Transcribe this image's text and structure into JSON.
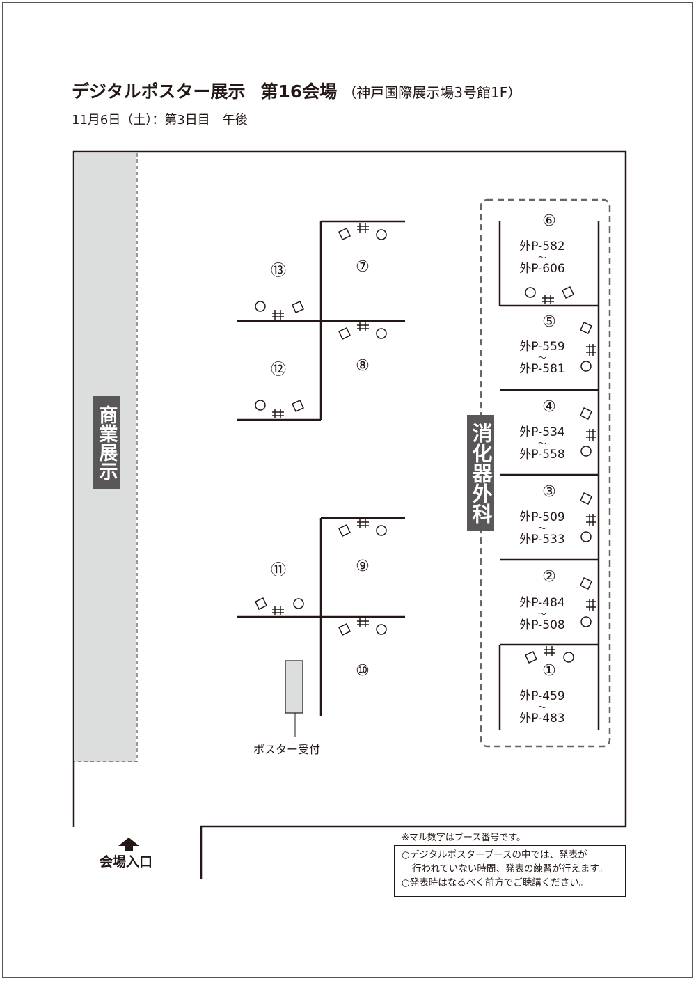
{
  "header": {
    "title": "デジタルポスター展示",
    "venue": "第16会場",
    "venue_detail": "（神戸国際展示場3号館1F）",
    "date": "11月6日（土）：第3日目　午後"
  },
  "areas": {
    "commercial": "商業展示",
    "department": "消化器外科"
  },
  "booths": [
    {
      "num": "①",
      "range_start": "外P-459",
      "range_sep": "〜",
      "range_end": "外P-483"
    },
    {
      "num": "②",
      "range_start": "外P-484",
      "range_sep": "〜",
      "range_end": "外P-508"
    },
    {
      "num": "③",
      "range_start": "外P-509",
      "range_sep": "〜",
      "range_end": "外P-533"
    },
    {
      "num": "④",
      "range_start": "外P-534",
      "range_sep": "〜",
      "range_end": "外P-558"
    },
    {
      "num": "⑤",
      "range_start": "外P-559",
      "range_sep": "〜",
      "range_end": "外P-581"
    },
    {
      "num": "⑥",
      "range_start": "外P-582",
      "range_sep": "〜",
      "range_end": "外P-606"
    },
    {
      "num": "⑦"
    },
    {
      "num": "⑧"
    },
    {
      "num": "⑨"
    },
    {
      "num": "⑩"
    },
    {
      "num": "⑪"
    },
    {
      "num": "⑫"
    },
    {
      "num": "⑬"
    }
  ],
  "labels": {
    "entrance": "会場入口",
    "reception": "ポスター受付"
  },
  "notes": {
    "booth_note": "※マル数字はブース番号です。",
    "line1": "○デジタルポスターブースの中では、発表が",
    "line2": "行われていない時間、発表の練習が行えます。",
    "line3": "○発表時はなるべく前方でご聴講ください。"
  }
}
